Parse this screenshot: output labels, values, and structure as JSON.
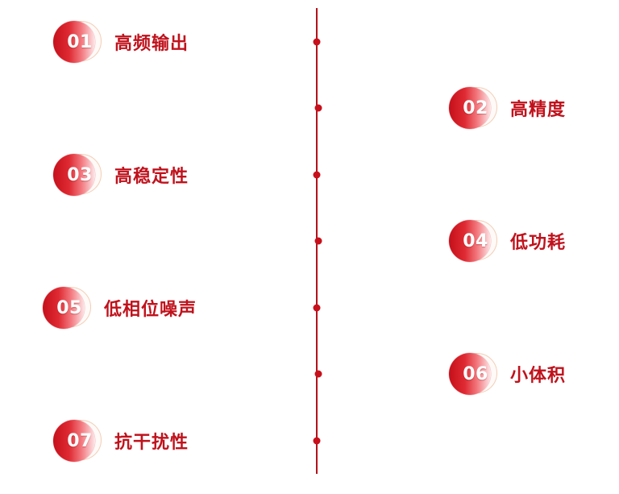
{
  "colors": {
    "accent": "#c8101c",
    "label": "#c0121c",
    "ring": "#f2cdb6"
  },
  "features": [
    {
      "number": "01",
      "label": "高频输出"
    },
    {
      "number": "02",
      "label": "高精度"
    },
    {
      "number": "03",
      "label": "高稳定性"
    },
    {
      "number": "04",
      "label": "低功耗"
    },
    {
      "number": "05",
      "label": "低相位噪声"
    },
    {
      "number": "06",
      "label": "小体积"
    },
    {
      "number": "07",
      "label": "抗干扰性"
    }
  ]
}
